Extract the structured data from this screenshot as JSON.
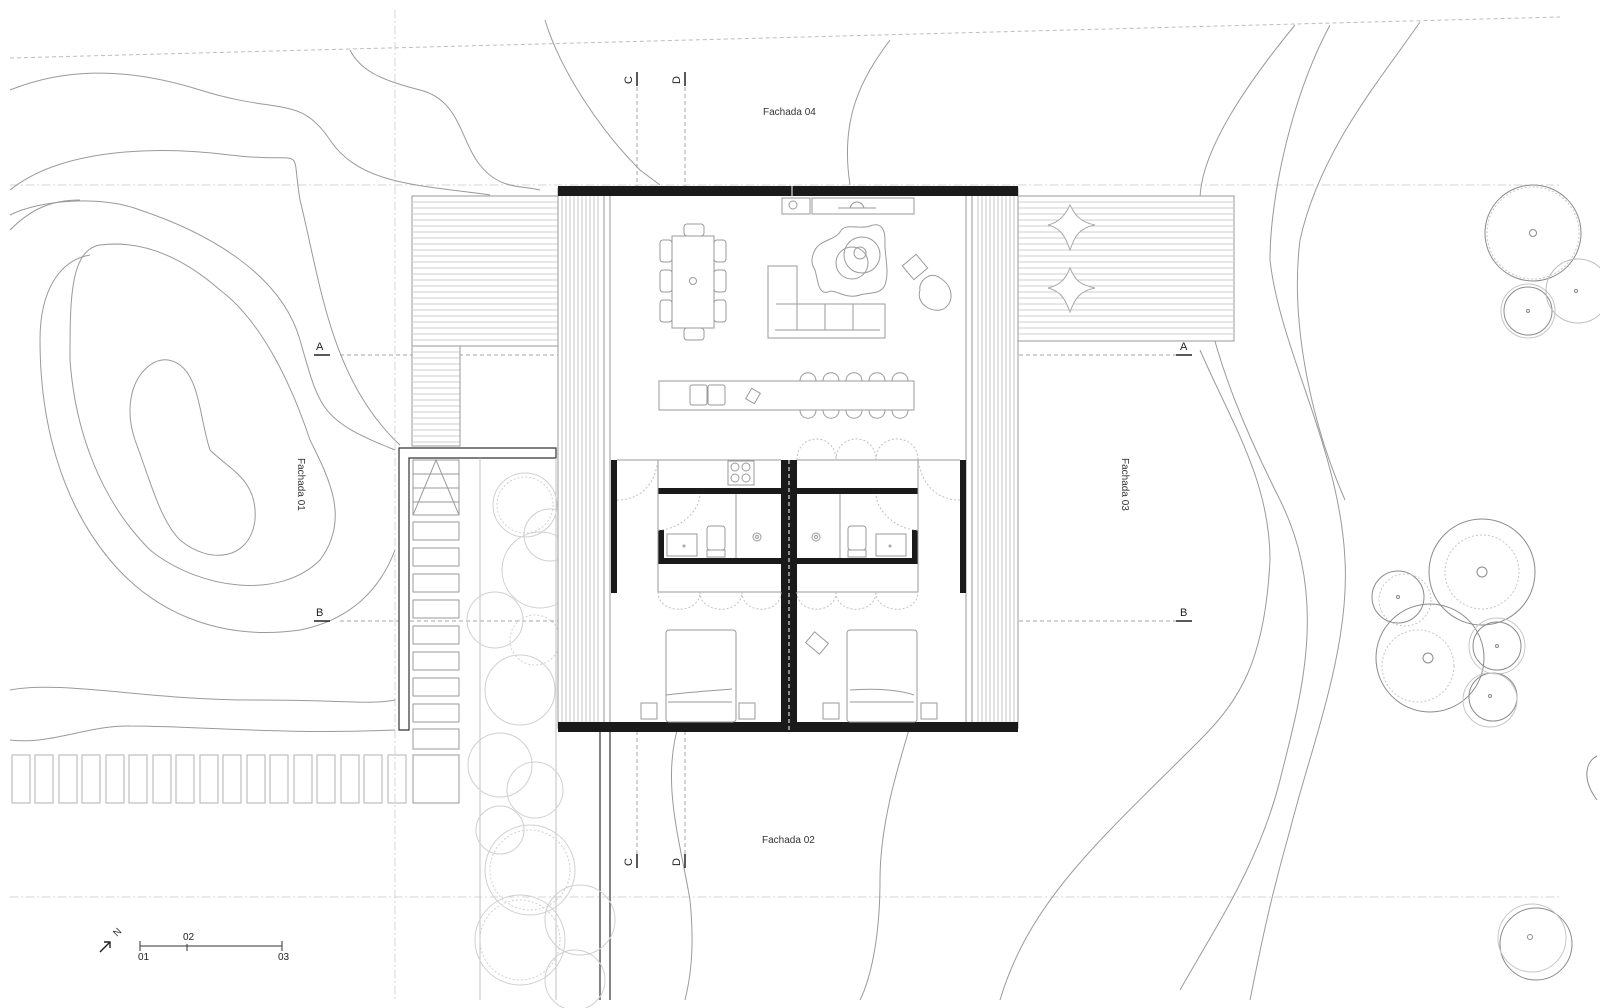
{
  "drawing": {
    "type": "floor-plan",
    "colors": {
      "background": "#ffffff",
      "wall": "#1a1a1a",
      "line": "#9a9a9a",
      "light_line": "#c8c8c8",
      "text": "#333333"
    }
  },
  "facades": {
    "north": "Fachada 04",
    "south": "Fachada 02",
    "west": "Fachada 01",
    "east": "Fachada 03"
  },
  "section_markers": {
    "a_left": "A",
    "a_right": "A",
    "b_left": "B",
    "b_right": "B",
    "c_top": "C",
    "d_top": "D",
    "c_bottom": "C",
    "d_bottom": "D"
  },
  "scale_bar": {
    "ticks": [
      "01",
      "02",
      "03"
    ]
  },
  "north_arrow": {
    "label": "N",
    "icon": "north-arrow-icon"
  }
}
